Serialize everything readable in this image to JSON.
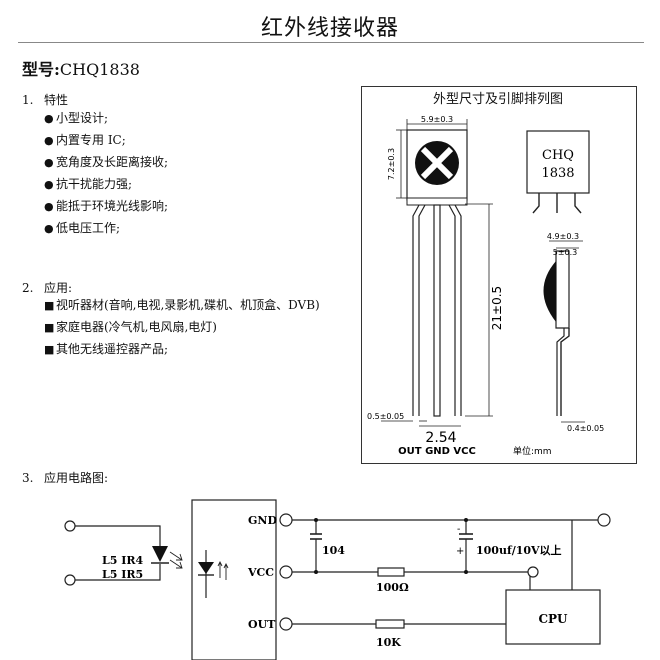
{
  "title": "红外线接收器",
  "model": {
    "label": "型号:",
    "value": "CHQ1838"
  },
  "features": {
    "num": "1.",
    "heading": "特性",
    "bullet": "●",
    "items": [
      "小型设计;",
      "内置专用 IC;",
      "宽角度及长距离接收;",
      "抗干扰能力强;",
      "能抵于环境光线影响;",
      "低电压工作;"
    ]
  },
  "applications": {
    "num": "2.",
    "heading": "应用:",
    "bullet": "■",
    "items": [
      "视听器材(音响,电视,录影机,碟机、机顶盒、DVB)",
      "家庭电器(冷气机,电风扇,电灯)",
      "其他无线遥控器产品;"
    ]
  },
  "package": {
    "title": "外型尺寸及引脚排列图",
    "dim_width": "5.9±0.3",
    "dim_height": "7.2±0.3",
    "dim_length": "21±0.5",
    "dim_pin": "0.5±0.05",
    "dim_pitch": "2.54",
    "pins": "OUT GND VCC",
    "part_mark": [
      "CHQ",
      "1838"
    ],
    "dim_side1": "4.9±0.3",
    "dim_side2": "5±0.3",
    "dim_side_pin": "0.4±0.05",
    "unit": "单位:mm"
  },
  "circuit": {
    "num": "3.",
    "heading": "应用电路图:",
    "led_label1": "L5  IR4",
    "led_label2": "L5  IR5",
    "gnd": "GND",
    "vcc": "VCC",
    "out": "OUT",
    "cap1": "104",
    "cap2": "100uf/10V以上",
    "r1": "100Ω",
    "r2": "10K",
    "cpu": "CPU"
  }
}
